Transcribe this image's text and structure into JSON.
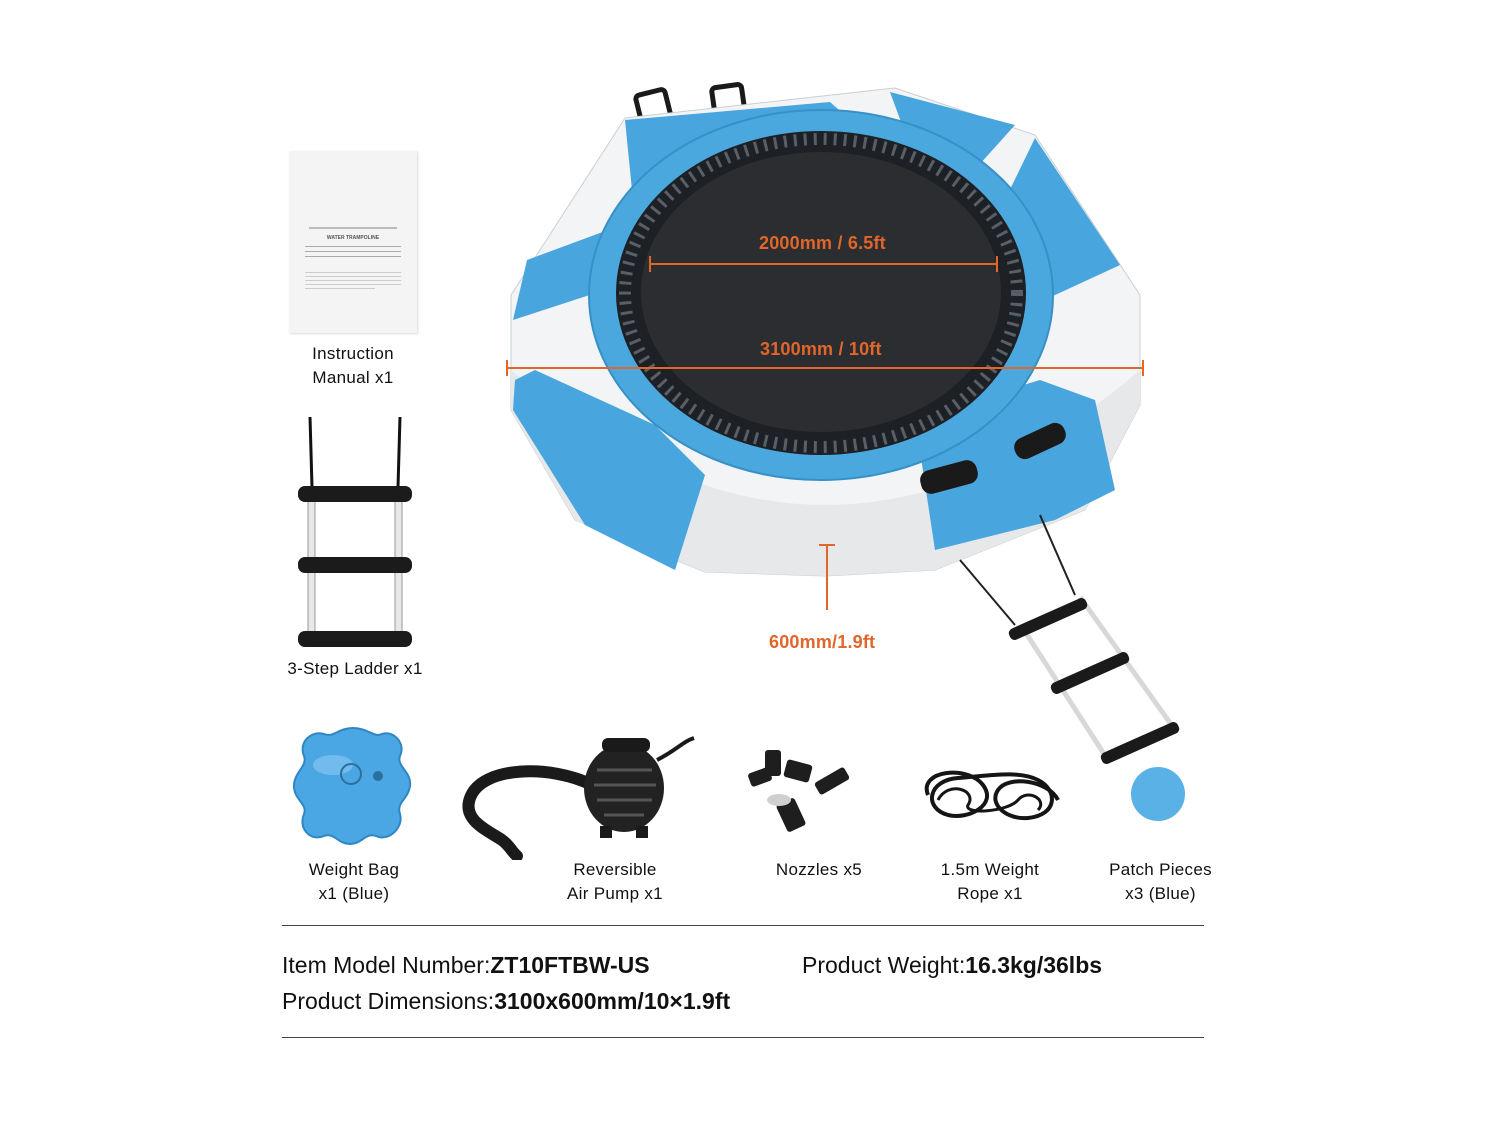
{
  "manual": {
    "title": "WATER TRAMPOLINE",
    "caption_line1": "Instruction",
    "caption_line2": "Manual x1"
  },
  "ladder": {
    "caption": "3-Step Ladder x1"
  },
  "dimensions": {
    "inner": "2000mm / 6.5ft",
    "outer": "3100mm / 10ft",
    "height": "600mm/1.9ft"
  },
  "accessories": [
    {
      "line1": "Weight Bag",
      "line2": "x1 (Blue)"
    },
    {
      "line1": "Reversible",
      "line2": "Air Pump x1"
    },
    {
      "line1": "Nozzles x5",
      "line2": ""
    },
    {
      "line1": "1.5m Weight",
      "line2": "Rope x1"
    },
    {
      "line1": "Patch Pieces",
      "line2": "x3 (Blue)"
    }
  ],
  "specs": {
    "model_label": "Item Model Number:",
    "model_value": "ZT10FTBW-US",
    "weight_label": "Product Weight:",
    "weight_value": "16.3kg/36lbs",
    "dims_label": "Product Dimensions:",
    "dims_value": "3100x600mm/10×1.9ft"
  },
  "colors": {
    "accent_blue": "#4aa8de",
    "dimension_orange": "#e0662a"
  }
}
